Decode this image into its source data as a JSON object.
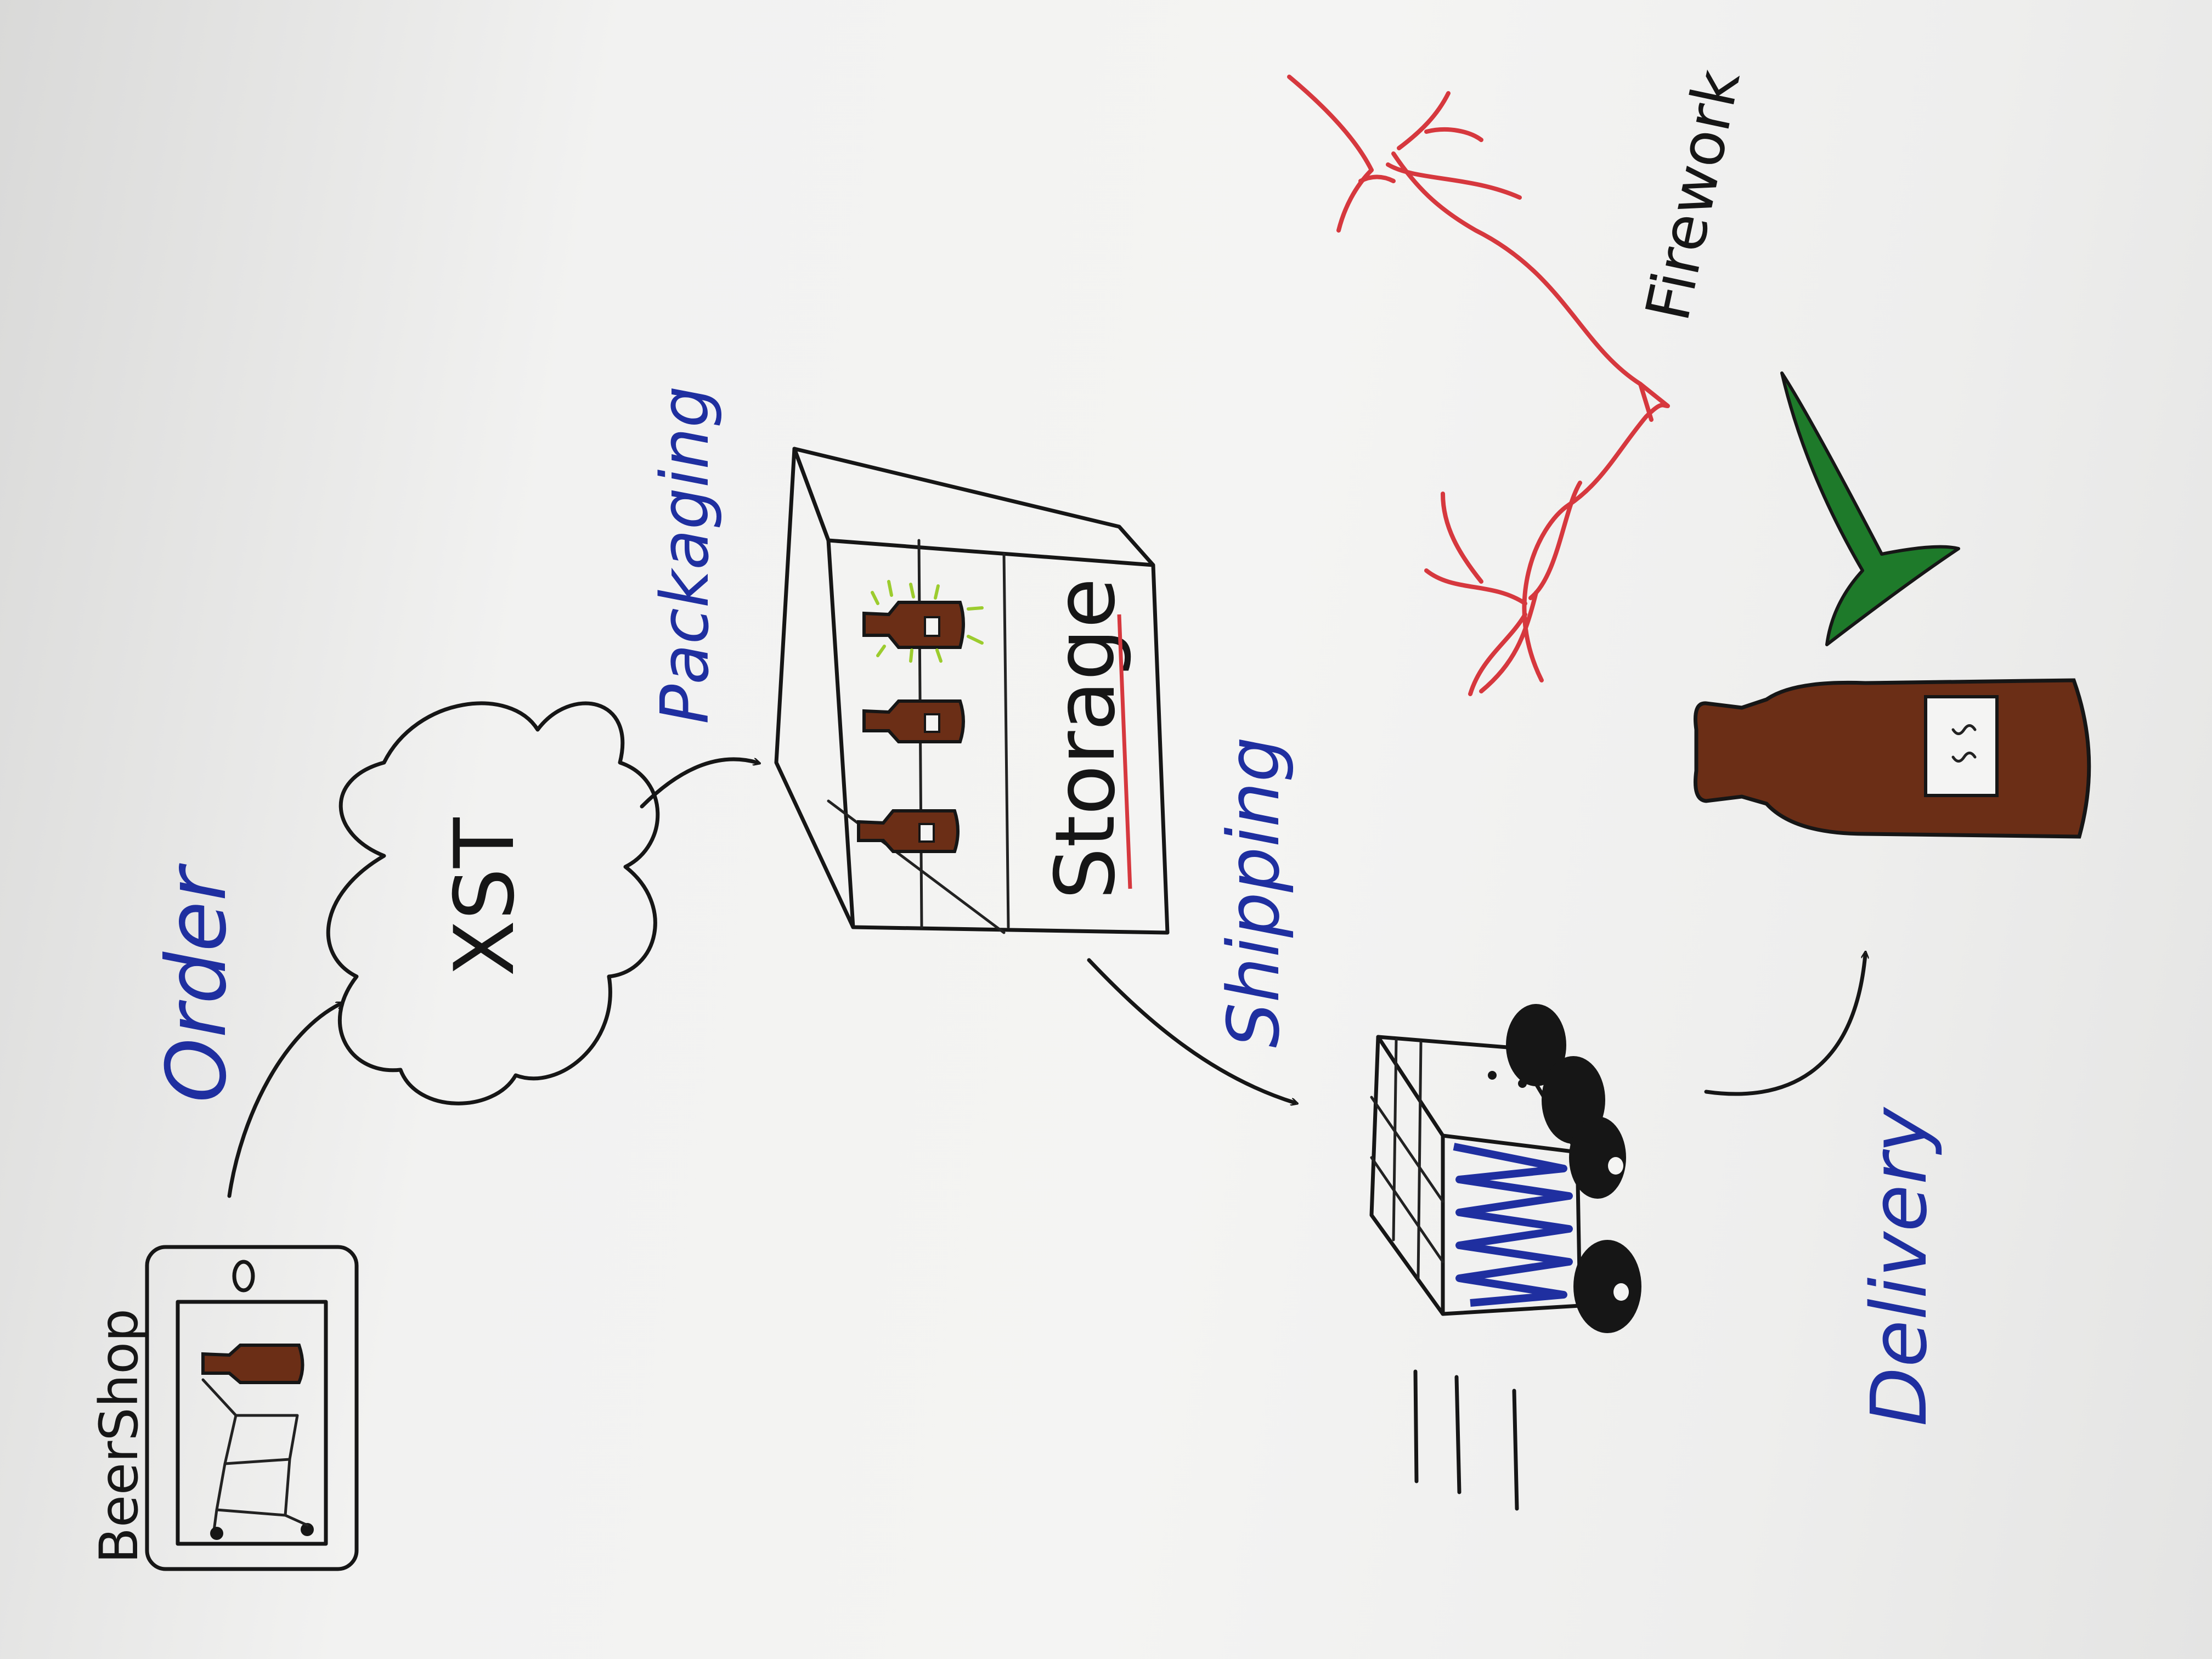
{
  "labels": {
    "beer_shop": "BeerShop",
    "order": "Order",
    "cloud_text": "XST",
    "packaging": "Packaging",
    "storage": "Storage",
    "shipping": "Shipping",
    "delivery": "Delivery",
    "firework": "Firework"
  },
  "colors": {
    "paper": "#f3f3f2",
    "ink": "#161616",
    "blue_ink": "#1f2fa0",
    "red_ink": "#d6383e",
    "green_ink": "#1e7a2a",
    "lime_ink": "#9ccc2e",
    "bottle_brown": "#6b2e16"
  },
  "icons": [
    "phone-icon",
    "cart-icon",
    "bottle-icon",
    "cloud-icon",
    "shelf-icon",
    "truck-icon",
    "checkmark-icon",
    "firework-icon",
    "arrow-icon"
  ]
}
